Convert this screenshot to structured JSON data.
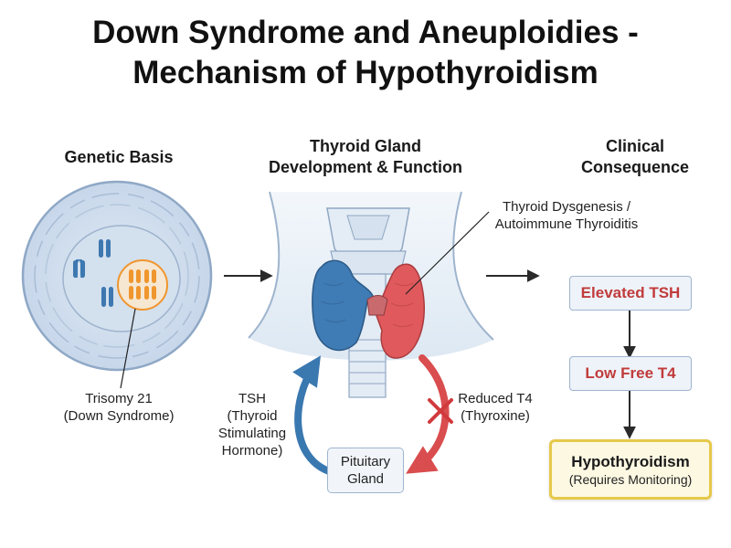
{
  "title": {
    "line1": "Down Syndrome and Aneuploidies -",
    "line2": "Mechanism of Hypothyroidism"
  },
  "columns": {
    "genetic": "Genetic Basis",
    "thyroid_line1": "Thyroid Gland",
    "thyroid_line2": "Development & Function",
    "clinical_line1": "Clinical",
    "clinical_line2": "Consequence"
  },
  "labels": {
    "trisomy_line1": "Trisomy 21",
    "trisomy_line2": "(Down Syndrome)",
    "dysgenesis_line1": "Thyroid Dysgenesis /",
    "dysgenesis_line2": "Autoimmune Thyroiditis",
    "tsh_line1": "TSH",
    "tsh_line2": "(Thyroid",
    "tsh_line3": "Stimulating",
    "tsh_line4": "Hormone)",
    "t4_line1": "Reduced T4",
    "t4_line2": "(Thyroxine)",
    "pituitary_line1": "Pituitary",
    "pituitary_line2": "Gland"
  },
  "flow": {
    "step1": "Elevated TSH",
    "step2": "Low Free T4",
    "final_main": "Hypothyroidism",
    "final_sub": "(Requires Monitoring)"
  },
  "colors": {
    "healthy_lobe": "#3f7bb4",
    "affected_lobe": "#e0595c",
    "trisomy_chromosomes": "#f0962e",
    "clinical_text": "#c13b3b",
    "final_border": "#e6c94a"
  }
}
